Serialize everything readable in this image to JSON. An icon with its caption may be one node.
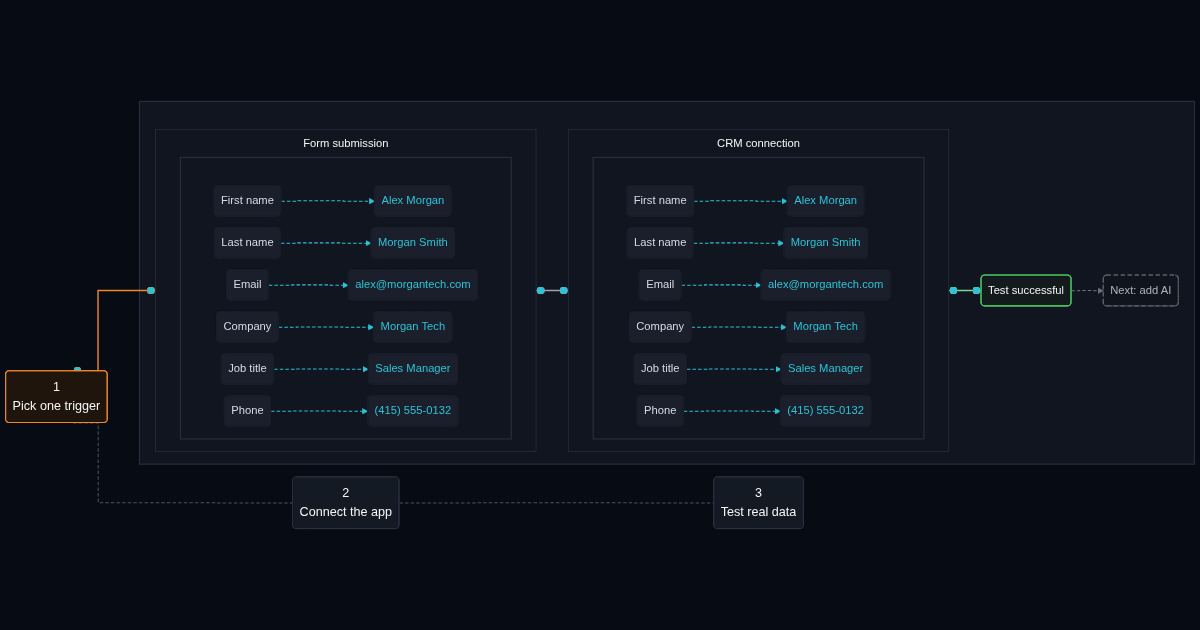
{
  "diagram": {
    "nodes": [
      {
        "text": [
          "1",
          "Pick one trigger"
        ]
      },
      {
        "text": [
          "2",
          "Connect the app"
        ]
      },
      {
        "text": [
          "3",
          "Test real data"
        ]
      },
      {
        "text": [],
        "shape": "box"
      },
      {
        "text": [
          "Form submission"
        ],
        "in": 3
      },
      {
        "text": [],
        "shape": "box",
        "in": 4
      },
      {
        "text": [
          "First name"
        ],
        "in": 5
      },
      {
        "text": [
          "Alex Morgan"
        ],
        "in": 5
      },
      {
        "text": [
          "Last name"
        ],
        "in": 5
      },
      {
        "text": [
          "Morgan Smith"
        ],
        "in": 5
      },
      {
        "text": [
          "Email"
        ],
        "in": 5
      },
      {
        "text": [
          "alex@morgantech.com"
        ],
        "in": 5
      },
      {
        "text": [
          "Company"
        ],
        "in": 5
      },
      {
        "text": [
          "Morgan Tech"
        ],
        "in": 5
      },
      {
        "text": [
          "Job title"
        ],
        "in": 5
      },
      {
        "text": [
          "Sales Manager"
        ],
        "in": 5
      },
      {
        "text": [
          "Phone"
        ],
        "in": 5
      },
      {
        "text": [
          "(415) 555-0132"
        ],
        "in": 5
      },
      {
        "text": [
          "CRM connection"
        ],
        "in": 3
      },
      {
        "text": [],
        "shape": "box",
        "in": 18
      },
      {
        "text": [
          "First name"
        ],
        "in": 19
      },
      {
        "text": [
          "Alex Morgan"
        ],
        "in": 19
      },
      {
        "text": [
          "Last name"
        ],
        "in": 19
      },
      {
        "text": [
          "Morgan Smith"
        ],
        "in": 19
      },
      {
        "text": [
          "Email"
        ],
        "in": 19
      },
      {
        "text": [
          "alex@morgantech.com"
        ],
        "in": 19
      },
      {
        "text": [
          "Company"
        ],
        "in": 19
      },
      {
        "text": [
          "Morgan Tech"
        ],
        "in": 19
      },
      {
        "text": [
          "Job title"
        ],
        "in": 19
      },
      {
        "text": [
          "Sales Manager"
        ],
        "in": 19
      },
      {
        "text": [
          "Phone"
        ],
        "in": 19
      },
      {
        "text": [
          "(415) 555-0132"
        ],
        "in": 19
      },
      {
        "text": [
          "Test successful"
        ],
        "in": 3
      },
      {
        "text": [
          "Next: add AI"
        ],
        "in": 3
      }
    ],
    "edges": [
      {
        "from": 0,
        "to": 1,
        "arrow": "none",
        "style": "dashed",
        "color": "#4a5262"
      },
      {
        "from": 1,
        "to": 2,
        "arrow": "none",
        "style": "dashed",
        "color": "#4a5262"
      },
      {
        "from": 0,
        "to": 4,
        "arrow": "other",
        "color": "#f0882a"
      },
      {
        "from": 6,
        "to": 7,
        "arrow": "to",
        "style": "dashed"
      },
      {
        "from": 8,
        "to": 9,
        "arrow": "to",
        "style": "dashed"
      },
      {
        "from": 10,
        "to": 11,
        "arrow": "to",
        "style": "dashed"
      },
      {
        "from": 12,
        "to": 13,
        "arrow": "to",
        "style": "dashed"
      },
      {
        "from": 14,
        "to": 15,
        "arrow": "to",
        "style": "dashed"
      },
      {
        "from": 16,
        "to": 17,
        "arrow": "to",
        "style": "dashed"
      },
      {
        "from": 4,
        "to": 18,
        "arrow": "other",
        "color": "#9aa3b1"
      },
      {
        "from": 20,
        "to": 21,
        "arrow": "to",
        "style": "dashed"
      },
      {
        "from": 22,
        "to": 23,
        "arrow": "to",
        "style": "dashed"
      },
      {
        "from": 24,
        "to": 25,
        "arrow": "to",
        "style": "dashed"
      },
      {
        "from": 26,
        "to": 27,
        "arrow": "to",
        "style": "dashed"
      },
      {
        "from": 28,
        "to": 29,
        "arrow": "to",
        "style": "dashed"
      },
      {
        "from": 30,
        "to": 31,
        "arrow": "to",
        "style": "dashed"
      },
      {
        "from": 18,
        "to": 32,
        "arrow": "other",
        "color": "#7fd49a"
      },
      {
        "from": 32,
        "to": 33,
        "arrow": "to",
        "style": "dashed",
        "color": "#6b7280"
      }
    ]
  }
}
